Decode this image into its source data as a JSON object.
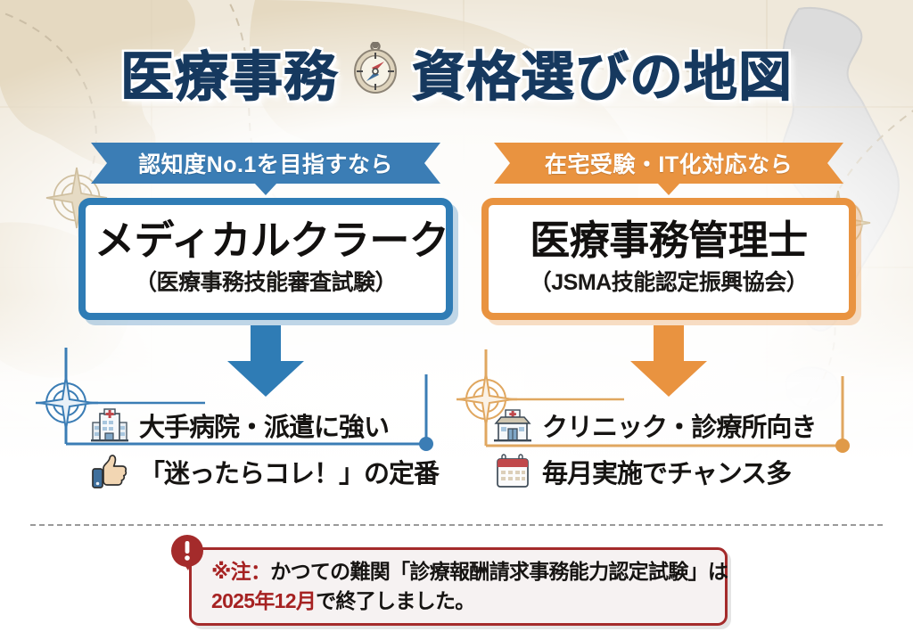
{
  "header": {
    "title_left": "医療事務",
    "title_icon": "compass-icon",
    "title_right": "資格選びの地図"
  },
  "colors": {
    "navy": "#16395f",
    "blue": "#2f7cb5",
    "blue_ribbon": "#3b7db5",
    "orange": "#e99340",
    "dark_red": "#a42b2b",
    "note_text_accent": "#a62222",
    "map_bg": "#efe6d5",
    "map_land": "#e3d7c0"
  },
  "columns": [
    {
      "side": "left",
      "accent": "#2f7cb5",
      "ribbon_label": "認知度No.1を目指すなら",
      "card_title": "メディカルクラーク",
      "card_subtitle": "（医療事務技能審査試験）",
      "arrow": "down-arrow-icon",
      "bullets": [
        {
          "icon": "hospital-icon",
          "text": "大手病院・派遣に強い"
        },
        {
          "icon": "thumbs-up-icon",
          "text": "「迷ったらコレ！」の定番"
        }
      ]
    },
    {
      "side": "right",
      "accent": "#e99340",
      "ribbon_label": "在宅受験・IT化対応なら",
      "card_title": "医療事務管理士",
      "card_subtitle": "（JSMA技能認定振興協会）",
      "arrow": "down-arrow-icon",
      "bullets": [
        {
          "icon": "clinic-icon",
          "text": "クリニック・診療所向き"
        },
        {
          "icon": "calendar-icon",
          "text": "毎月実施でチャンス多"
        }
      ]
    }
  ],
  "note": {
    "badge_icon": "exclamation-badge-icon",
    "line1_prefix": "※注：",
    "line1_body": "かつての難関「診療報酬請求事務能力認定試験」は",
    "line2_date": "2025年12月",
    "line2_body": "で終了しました。"
  }
}
